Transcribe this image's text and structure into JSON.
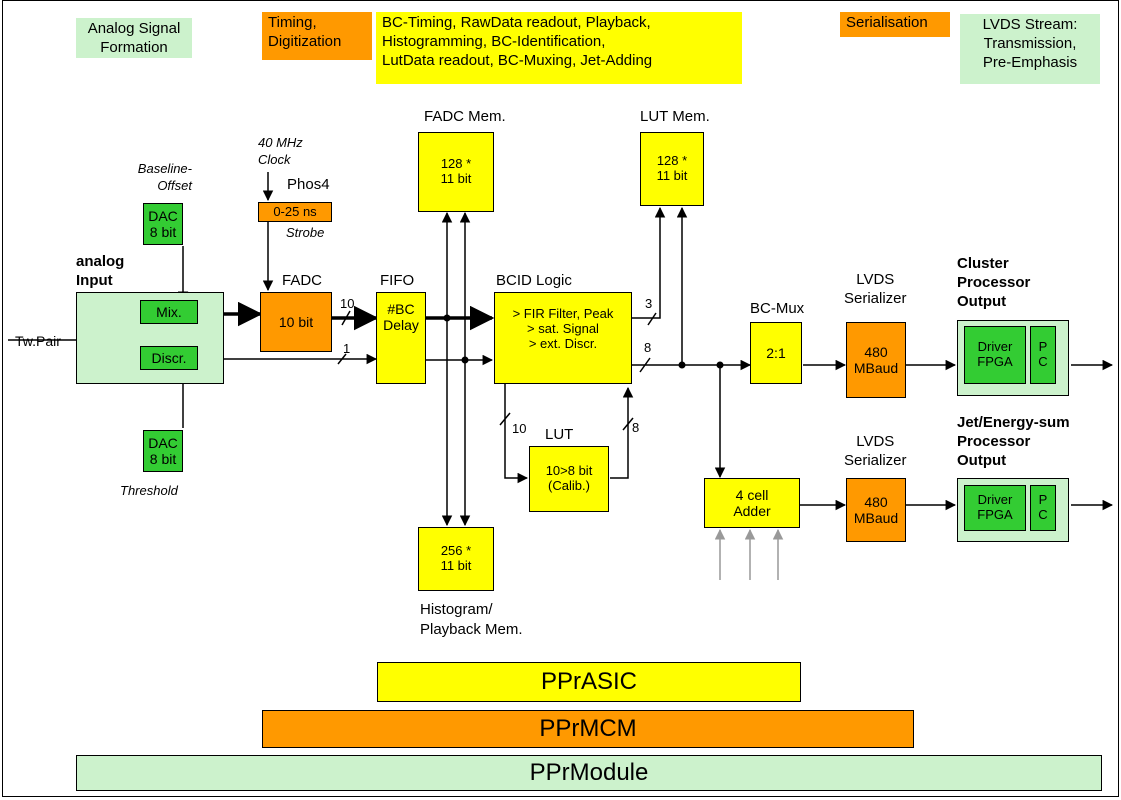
{
  "headers": {
    "analog": "Analog Signal\nFormation",
    "timing": "Timing,\nDigitization",
    "processing": "BC-Timing, RawData readout, Playback,\nHistogramming, BC-Identification,\nLutData readout, BC-Muxing, Jet-Adding",
    "serialisation": "Serialisation",
    "lvds_stream": "LVDS Stream:\nTransmission,\nPre-Emphasis"
  },
  "labels": {
    "baseline_offset": "Baseline-\nOffset",
    "clock": "40 MHz\nClock",
    "phos4": "Phos4",
    "strobe": "Strobe",
    "analog_input": "analog\nInput",
    "tw_pair": "Tw.Pair",
    "threshold": "Threshold",
    "fadc": "FADC",
    "fifo": "FIFO",
    "fadc_mem": "FADC Mem.",
    "lut_mem": "LUT Mem.",
    "bcid_logic": "BCID Logic",
    "lut": "LUT",
    "histogram_mem": "Histogram/\nPlayback Mem.",
    "bc_mux": "BC-Mux",
    "lvds_ser_1": "LVDS\nSerializer",
    "lvds_ser_2": "LVDS\nSerializer",
    "cluster_out": "Cluster\nProcessor\nOutput",
    "jet_out": "Jet/Energy-sum\nProcessor\nOutput"
  },
  "boxes": {
    "dac_top": "DAC\n8 bit",
    "dac_bottom": "DAC\n8 bit",
    "mix": "Mix.",
    "discr": "Discr.",
    "delay": "0-25 ns",
    "fadc_bits": "10 bit",
    "fifo_delay": "#BC\nDelay",
    "fadc_mem": "128 *\n11 bit",
    "lut_mem": "128 *\n11 bit",
    "bcid": "> FIR Filter, Peak\n> sat. Signal\n> ext. Discr.",
    "lut": "10>8 bit\n(Calib.)",
    "hist_mem": "256 *\n11 bit",
    "mux": "2:1",
    "adder": "4 cell\nAdder",
    "ser1": "480\nMBaud",
    "ser2": "480\nMBaud",
    "driver1": "Driver\nFPGA",
    "pc1": "P\nC",
    "driver2": "Driver\nFPGA",
    "pc2": "P\nC"
  },
  "wire_labels": {
    "w10_fadc": "10",
    "w1_discr": "1",
    "w3_lut": "3",
    "w8_out": "8",
    "w10_lut_in": "10",
    "w8_lut_out": "8"
  },
  "bars": {
    "asic": "PPrASIC",
    "mcm": "PPrMCM",
    "module": "PPrModule"
  },
  "colors": {
    "yellow": "#ffff00",
    "orange": "#ff9900",
    "green": "#33cc33",
    "light_green": "#ccf2cc"
  }
}
